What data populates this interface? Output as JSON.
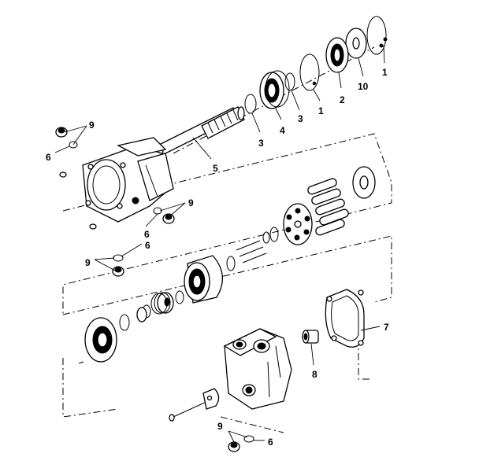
{
  "diagram": {
    "callouts": [
      {
        "id": "c1a",
        "label": "1"
      },
      {
        "id": "c2",
        "label": "2"
      },
      {
        "id": "c10",
        "label": "10"
      },
      {
        "id": "c1b",
        "label": "1"
      },
      {
        "id": "c3a",
        "label": "3"
      },
      {
        "id": "c4",
        "label": "4"
      },
      {
        "id": "c3b",
        "label": "3"
      },
      {
        "id": "c5",
        "label": "5"
      },
      {
        "id": "c9a",
        "label": "9"
      },
      {
        "id": "c6a",
        "label": "6"
      },
      {
        "id": "c9b",
        "label": "9"
      },
      {
        "id": "c6b",
        "label": "6"
      },
      {
        "id": "c9c",
        "label": "9"
      },
      {
        "id": "c6c",
        "label": "6"
      },
      {
        "id": "c7",
        "label": "7"
      },
      {
        "id": "c8",
        "label": "8"
      },
      {
        "id": "c9d",
        "label": "9"
      },
      {
        "id": "c6d",
        "label": "6"
      }
    ]
  }
}
